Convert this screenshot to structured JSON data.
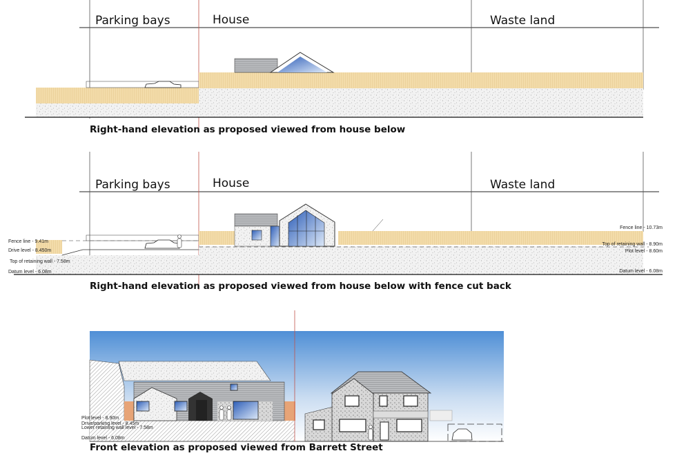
{
  "elevation_1": {
    "zones": [
      "Parking bays",
      "House",
      "Waste land"
    ],
    "caption": "Right-hand elevation as proposed viewed from house below"
  },
  "elevation_2": {
    "zones": [
      "Parking bays",
      "House",
      "Waste land"
    ],
    "left_levels": [
      "Fence line - 9.41m",
      "Drive level - 8.450m",
      "Top of retaining wall - 7.58m",
      "Datum level - 6.08m"
    ],
    "right_levels": [
      "Fence line - 10.73m",
      "Top of retaining wall - 8.90m",
      "Plot level - 8.60m",
      "Datum level - 6.08m"
    ],
    "caption": "Right-hand elevation as proposed viewed from house below with fence cut back"
  },
  "elevation_3": {
    "levels": [
      "Plot level - 8.90m",
      "Drive/parking level - 8.45m",
      "Lower retaining wall level - 7.58m",
      "Datum level - 6.08m"
    ],
    "caption": "Front elevation  as proposed viewed from Barrett Street"
  },
  "colors": {
    "fence": "#f3dcaa",
    "ground": "#eeeeee",
    "sky": "#4f8fd6",
    "glazing": "#3f6fc0",
    "roof": "#a8aaae",
    "section_line": "#c0524a"
  }
}
